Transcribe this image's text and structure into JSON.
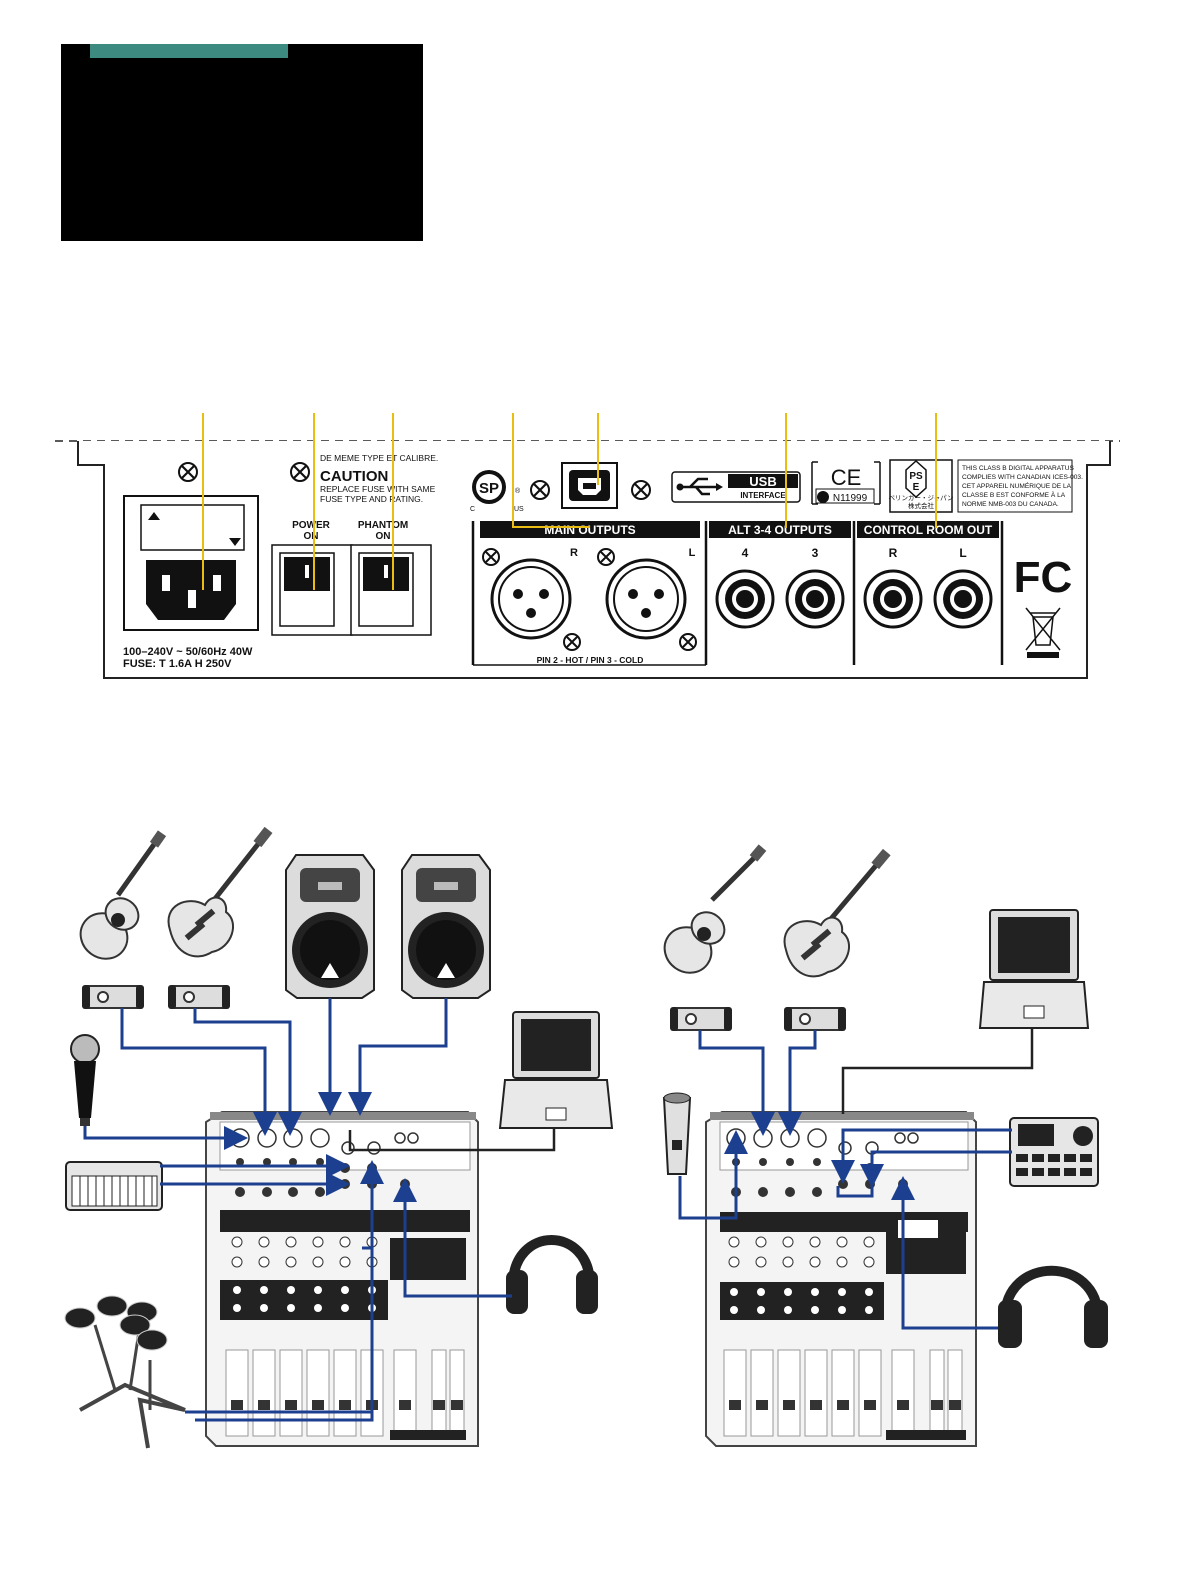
{
  "panel": {
    "power_label": "100–240V ~ 50/60Hz 40W",
    "fuse_label": "FUSE: T 1.6A H 250V",
    "caution_top": "DE MEME TYPE ET CALIBRE.",
    "caution_title": "CAUTION",
    "caution_line1": "REPLACE FUSE WITH SAME",
    "caution_line2": "FUSE TYPE AND RATING.",
    "power_switch_line1": "POWER",
    "power_switch_line2": "ON",
    "phantom_switch_line1": "PHANTOM",
    "phantom_switch_line2": "ON",
    "csa_c": "C",
    "csa_us": "US",
    "csa_mark": "SP",
    "usb_text": "USB",
    "usb_sub": "INTERFACE",
    "ce_mark": "CE",
    "n_number": "N11999",
    "pse_top": "PS",
    "pse_bottom": "E",
    "pse_line1": "ベリンガー・ジャパン",
    "pse_line2": "株式会社",
    "compliance_lines": [
      "THIS CLASS B DIGITAL APPARATUS",
      "COMPLIES WITH CANADIAN ICES-003.",
      "CET APPAREIL NUMÉRIQUE DE LA",
      "CLASSE B EST CONFORME À LA",
      "NORME NMB-003 DU CANADA."
    ],
    "main_outputs_label": "MAIN OUTPUTS",
    "main_r": "R",
    "main_l": "L",
    "pin_label": "PIN 2 - HOT / PIN 3 - COLD",
    "alt_outputs_label": "ALT 3-4 OUTPUTS",
    "alt_4": "4",
    "alt_3": "3",
    "control_room_label": "CONTROL ROOM OUT",
    "cr_r": "R",
    "cr_l": "L",
    "fcc_label": "FC"
  }
}
